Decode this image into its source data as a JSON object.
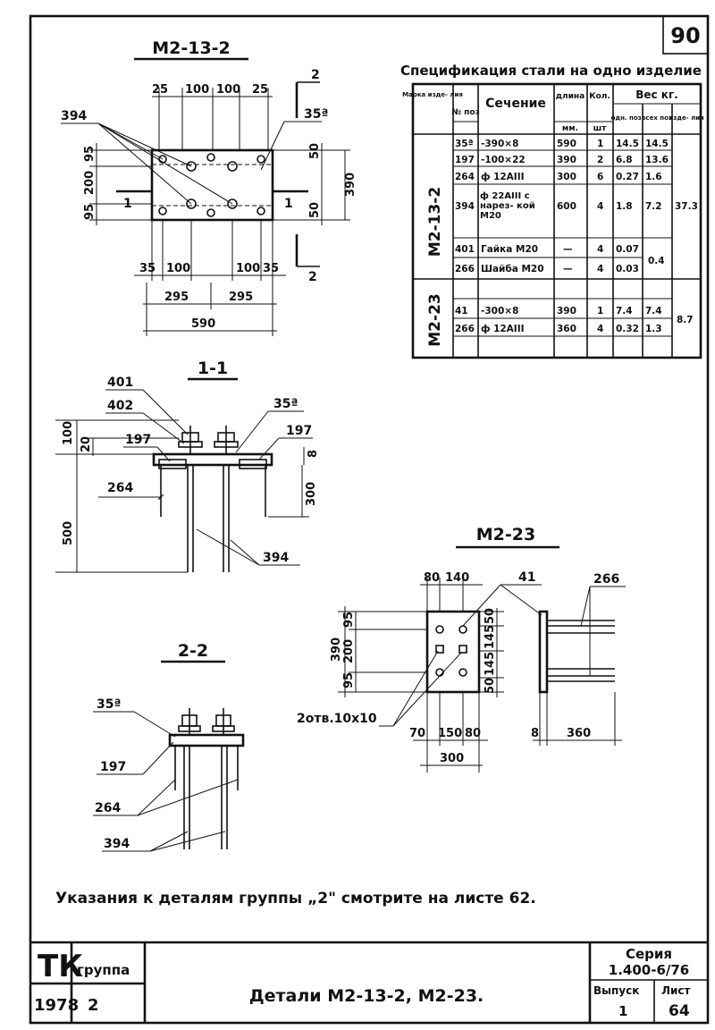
{
  "sheet_number_top": "90",
  "views": {
    "m2_13_2": {
      "title": "М2-13-2",
      "section_mark": "2",
      "top_dims": [
        "25",
        "100",
        "100",
        "25"
      ],
      "bottom_dims_small": [
        "35",
        "100",
        "100",
        "35"
      ],
      "bottom_dims_mid": [
        "295",
        "295"
      ],
      "bottom_dim_total": "590",
      "left_dims": [
        "95",
        "200",
        "95"
      ],
      "right_dims": [
        "50",
        "50"
      ],
      "right_total": "390",
      "callout_394": "394",
      "callout_35a": "35ª",
      "section_arrow_1": "1"
    },
    "section_1_1": {
      "title": "1-1",
      "labels": {
        "p401": "401",
        "p402": "402",
        "p35a": "35ª",
        "p197_left": "197",
        "p197_right": "197",
        "p264": "264",
        "p394": "394"
      },
      "dims": {
        "d100": "100",
        "d20": "20",
        "d500": "500",
        "d300": "300",
        "d8": "8"
      }
    },
    "section_2_2": {
      "title": "2-2",
      "labels": {
        "p35a": "35ª",
        "p197": "197",
        "p264": "264",
        "p394": "394"
      }
    },
    "m2_23": {
      "title": "М2-23",
      "top_dims": [
        "80",
        "140"
      ],
      "left_dims": [
        "95",
        "200",
        "95"
      ],
      "left_total": "390",
      "right_dims": [
        "50",
        "145",
        "145",
        "50"
      ],
      "bottom_dims": [
        "70",
        "150",
        "80"
      ],
      "bottom_total": "300",
      "side_dims": [
        "8",
        "360"
      ],
      "labels": {
        "p41": "41",
        "p266": "266",
        "holes": "2отв.10х10"
      }
    }
  },
  "spec": {
    "title": "Спецификация стали на одно изделие",
    "headers": {
      "mark": "Марка изде- лия",
      "pos": "№ поз",
      "section": "Сечение",
      "length": "длина",
      "length_unit": "мм.",
      "qty": "Кол.",
      "qty_unit": "шт",
      "weight": "Вес кг.",
      "w_one": "одн. поз.",
      "w_all": "всех поз",
      "w_item": "изде- лия"
    },
    "groups": [
      {
        "mark": "М2-13-2",
        "rows": [
          {
            "pos": "35ª",
            "section": "-390×8",
            "length": "590",
            "qty": "1",
            "w_one": "14.5",
            "w_all": "14.5"
          },
          {
            "pos": "197",
            "section": "-100×22",
            "length": "390",
            "qty": "2",
            "w_one": "6.8",
            "w_all": "13.6"
          },
          {
            "pos": "264",
            "section": "ф 12АIII",
            "length": "300",
            "qty": "6",
            "w_one": "0.27",
            "w_all": "1.6"
          },
          {
            "pos": "394",
            "section": "ф 22АIII с нарез- кой М20",
            "length": "600",
            "qty": "4",
            "w_one": "1.8",
            "w_all": "7.2"
          },
          {
            "pos": "401",
            "section": "Гайка М20",
            "length": "—",
            "qty": "4",
            "w_one": "0.07",
            "w_all": ""
          },
          {
            "pos": "266",
            "section": "Шайба М20",
            "length": "—",
            "qty": "4",
            "w_one": "0.03",
            "w_all": ""
          }
        ],
        "merged_all": "0.4",
        "item_total": "37.3"
      },
      {
        "mark": "М2-23",
        "rows": [
          {
            "pos": "41",
            "section": "-300×8",
            "length": "390",
            "qty": "1",
            "w_one": "7.4",
            "w_all": "7.4"
          },
          {
            "pos": "266",
            "section": "ф 12АIII",
            "length": "360",
            "qty": "4",
            "w_one": "0.32",
            "w_all": "1.3"
          }
        ],
        "item_total": "8.7"
      }
    ]
  },
  "note": "Указания к деталям группы „2\" смотрите на листе 62.",
  "title_block": {
    "org": "ТК",
    "group_label": "группа",
    "group_value": "2",
    "year": "1978",
    "title": "Детали М2-13-2, М2-23.",
    "series_label": "Серия",
    "series_value": "1.400-6/76",
    "issue_label": "Выпуск",
    "issue_value": "1",
    "sheet_label": "Лист",
    "sheet_value": "64"
  }
}
